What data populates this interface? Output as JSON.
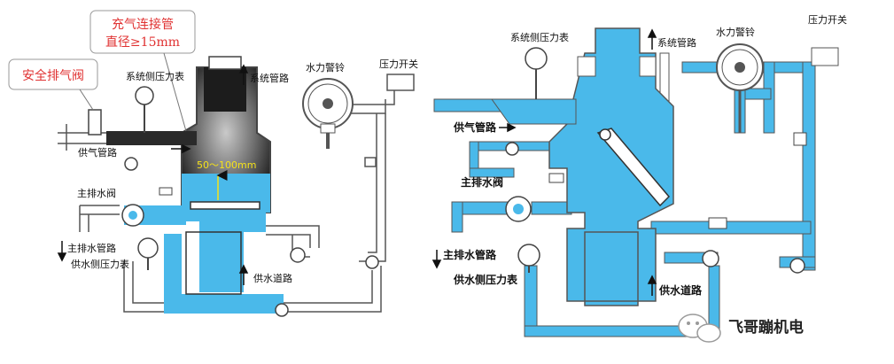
{
  "colors": {
    "water": "#4ab9ea",
    "pipe_outline": "#555555",
    "air_dark": "#1c1c1c",
    "air_mist": "#8a8a8a",
    "callout": "#e03232",
    "dimension": "#f5e21a"
  },
  "left_diagram": {
    "callouts": {
      "safety_valve": "安全排气阀",
      "charge_pipe_line1": "充气连接管",
      "charge_pipe_line2": "直径≥15mm"
    },
    "labels": {
      "system_gauge": "系统侧压力表",
      "system_pipe": "系统管路",
      "water_gong": "水力警铃",
      "pressure_switch": "压力开关",
      "air_supply": "供气管路",
      "main_drain_valve": "主排水阀",
      "main_drain_pipe": "主排水管路",
      "supply_gauge": "供水侧压力表",
      "supply_pipe": "供水道路"
    },
    "dimension": "50～100mm"
  },
  "right_diagram": {
    "labels": {
      "system_gauge": "系统侧压力表",
      "system_pipe": "系统管路",
      "water_gong": "水力警铃",
      "pressure_switch": "压力开关",
      "air_supply": "供气管路",
      "main_drain_valve": "主排水阀",
      "main_drain_pipe": "主排水管路",
      "supply_gauge": "供水侧压力表",
      "supply_pipe": "供水道路"
    }
  },
  "watermark": {
    "icon": "wechat-icon",
    "text": "飞哥蹦机电"
  }
}
